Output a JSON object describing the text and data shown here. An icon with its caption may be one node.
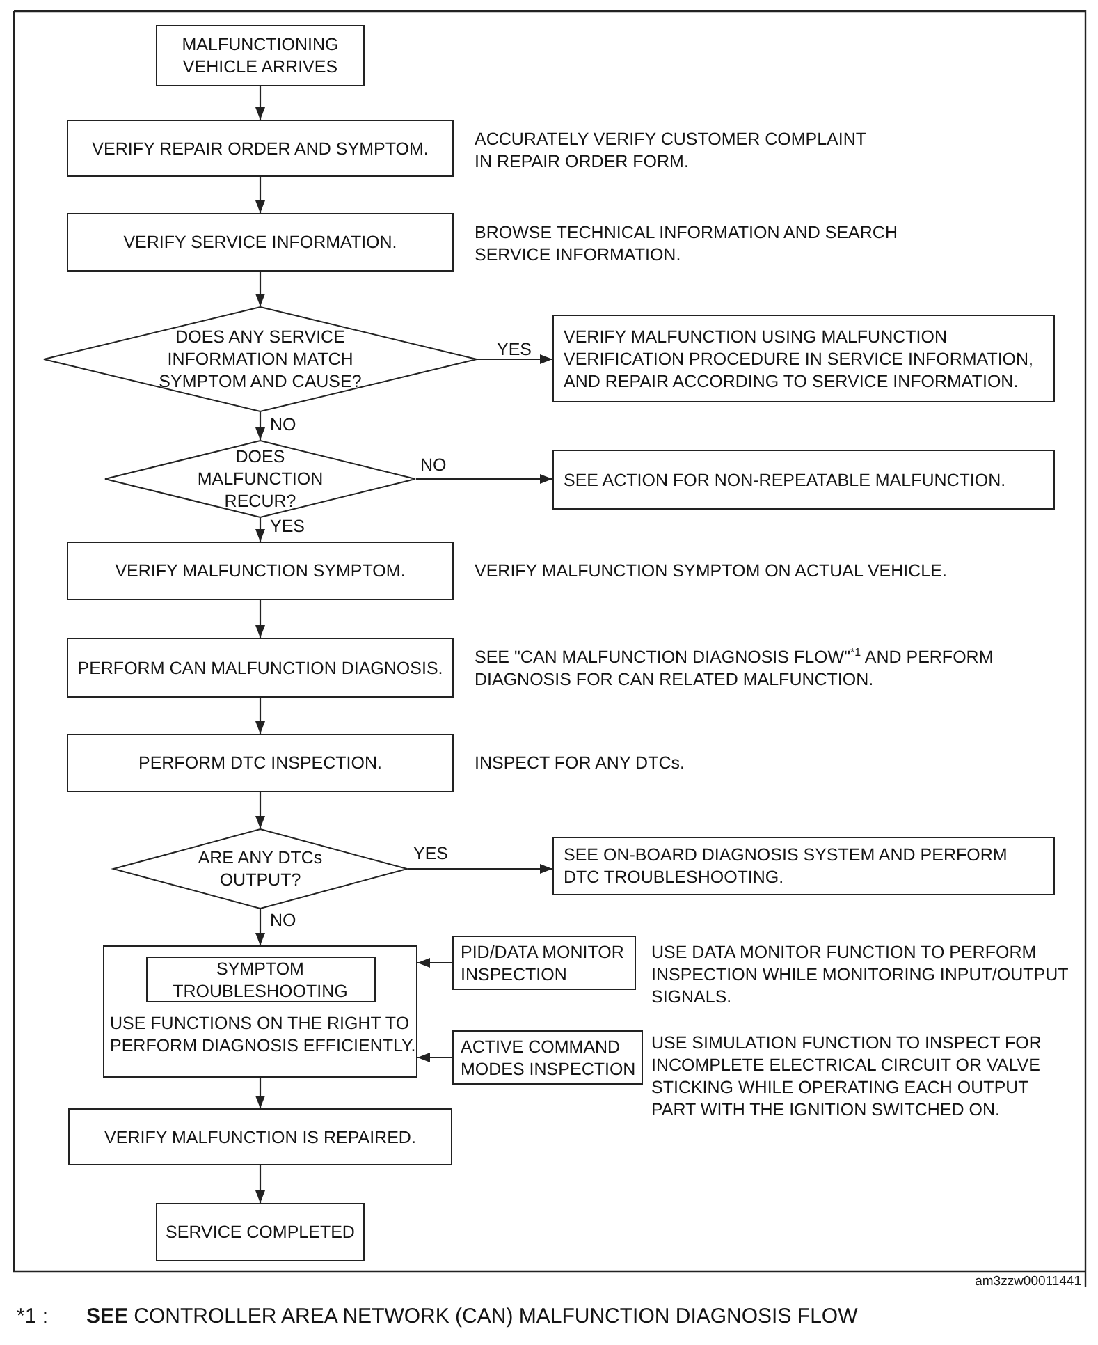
{
  "diagram": {
    "nodes": [
      {
        "text": [
          "MALFUNCTIONING VEHICLE ARRIVES"
        ]
      },
      {
        "text": [
          "VERIFY REPAIR ORDER AND SYMPTOM."
        ],
        "beside": [
          "ACCURATELY VERIFY CUSTOMER COMPLAINT IN REPAIR ORDER FORM."
        ]
      },
      {
        "text": [
          "VERIFY SERVICE INFORMATION."
        ],
        "beside": [
          "BROWSE TECHNICAL INFORMATION AND SEARCH SERVICE INFORMATION."
        ]
      },
      {
        "text": [
          "DOES ANY SERVICE INFORMATION MATCH SYMPTOM AND CAUSE?"
        ]
      },
      {
        "text": [
          "VERIFY MALFUNCTION USING MALFUNCTION VERIFICATION PROCEDURE IN SERVICE INFORMATION, AND REPAIR ACCORDING TO SERVICE INFORMATION."
        ]
      },
      {
        "text": [
          "DOES MALFUNCTION RECUR?"
        ]
      },
      {
        "text": [
          "SEE ACTION FOR NON-REPEATABLE MALFUNCTION."
        ]
      },
      {
        "text": [
          "VERIFY MALFUNCTION SYMPTOM."
        ],
        "beside": [
          "VERIFY MALFUNCTION SYMPTOM ON ACTUAL VEHICLE."
        ]
      },
      {
        "text": [
          "PERFORM CAN MALFUNCTION DIAGNOSIS."
        ],
        "beside": [
          "SEE \"CAN MALFUNCTION DIAGNOSIS FLOW\"$^{*1}$ AND PERFORM DIAGNOSIS FOR CAN RELATED MALFUNCTION."
        ]
      },
      {
        "text": [
          "PERFORM DTC INSPECTION."
        ],
        "beside": [
          "INSPECT FOR ANY DTCs."
        ]
      },
      {
        "text": [
          "ARE ANY DTCs OUTPUT?"
        ]
      },
      {
        "text": [
          "SEE ON-BOARD DIAGNOSIS SYSTEM AND PERFORM DTC TROUBLESHOOTING."
        ]
      },
      {
        "text": [
          "USE FUNCTIONS ON THE RIGHT TO PERFORM DIAGNOSIS EFFICIENTLY."
        ]
      },
      {
        "text": [
          "SYMPTOM TROUBLESHOOTING"
        ],
        "in": 12
      },
      {
        "text": [
          "PID/DATA MONITOR INSPECTION"
        ],
        "beside": [
          "USE DATA MONITOR FUNCTION TO PERFORM INSPECTION WHILE MONITORING INPUT/OUTPUT SIGNALS."
        ]
      },
      {
        "text": [
          "ACTIVE COMMAND MODES INSPECTION"
        ],
        "beside": [
          "USE SIMULATION FUNCTION TO INSPECT FOR INCOMPLETE ELECTRICAL CIRCUIT OR VALVE STICKING WHILE OPERATING EACH OUTPUT PART WITH THE IGNITION SWITCHED ON."
        ]
      },
      {
        "text": [
          "VERIFY MALFUNCTION IS REPAIRED."
        ]
      },
      {
        "text": [
          "SERVICE COMPLETED"
        ]
      }
    ],
    "edges": [
      {
        "from": 0,
        "to": 1,
        "arrow": "to"
      },
      {
        "from": 1,
        "to": 2,
        "arrow": "to"
      },
      {
        "from": 2,
        "to": 3,
        "arrow": "to"
      },
      {
        "from": 3,
        "to": 4,
        "arrow": "to",
        "label": "YES"
      },
      {
        "from": 3,
        "to": 5,
        "arrow": "to",
        "label": "NO"
      },
      {
        "from": 5,
        "to": 6,
        "arrow": "to",
        "label": "NO"
      },
      {
        "from": 5,
        "to": 7,
        "arrow": "to",
        "label": "YES"
      },
      {
        "from": 7,
        "to": 8,
        "arrow": "to"
      },
      {
        "from": 8,
        "to": 9,
        "arrow": "to"
      },
      {
        "from": 9,
        "to": 10,
        "arrow": "to"
      },
      {
        "from": 10,
        "to": 11,
        "arrow": "to",
        "label": "YES"
      },
      {
        "from": 10,
        "to": 12,
        "arrow": "to",
        "label": "NO"
      },
      {
        "from": 14,
        "to": 12,
        "arrow": "to"
      },
      {
        "from": 15,
        "to": 12,
        "arrow": "to"
      },
      {
        "from": 12,
        "to": 16,
        "arrow": "to"
      },
      {
        "from": 16,
        "to": 17,
        "arrow": "to"
      }
    ],
    "labels": [
      "am3zzw00011441",
      "*1 :",
      "**SEE** CONTROLLER AREA NETWORK (CAN) MALFUNCTION DIAGNOSIS FLOW"
    ]
  }
}
